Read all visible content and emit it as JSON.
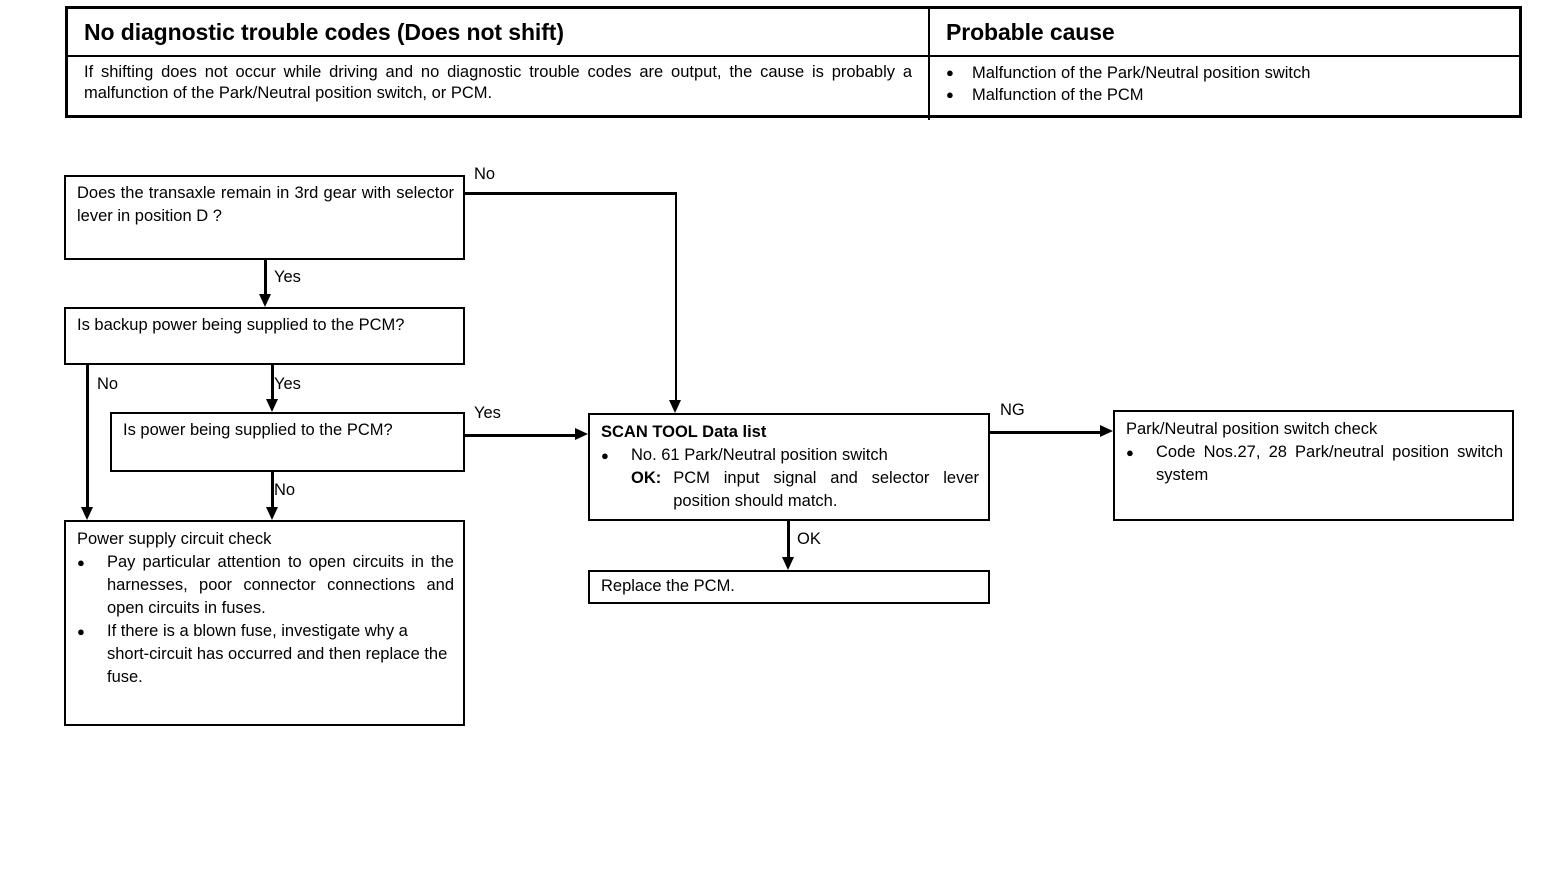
{
  "header_table": {
    "columns": [
      {
        "title": "No diagnostic trouble codes (Does not shift)"
      },
      {
        "title": "Probable cause"
      }
    ],
    "symptom_description": "If shifting does not occur while driving and no diagnostic trouble codes are output, the cause is probably a malfunction of the Park/Neutral position switch, or PCM.",
    "probable_causes": [
      "Malfunction of the Park/Neutral position switch",
      "Malfunction of the PCM"
    ],
    "bullet_glyph": "●"
  },
  "flowchart": {
    "bullet_glyph": "●",
    "nodes": {
      "q_third_gear": {
        "text": "Does the transaxle remain in 3rd gear with selector lever in position D ?"
      },
      "q_backup_power": {
        "text": "Is backup power being supplied to the PCM?"
      },
      "q_power_supplied": {
        "text": "Is power being supplied to the PCM?"
      },
      "power_supply_check": {
        "title": "Power supply circuit check",
        "items": [
          "Pay particular attention to open circuits in the harnesses, poor connector connections and open circuits in fuses.",
          "If there is a blown fuse, investigate why a short-circuit has occurred and then replace the fuse."
        ]
      },
      "scan_tool": {
        "title": "SCAN TOOL Data list",
        "item": "No. 61 Park/Neutral position switch",
        "ok_label": "OK:",
        "ok_text": "PCM input signal and selector lever position should match."
      },
      "replace_pcm": {
        "text": "Replace the PCM."
      },
      "pn_switch_check": {
        "title": "Park/Neutral position switch check",
        "item": "Code Nos.27, 28 Park/neutral position switch system"
      }
    },
    "edge_labels": {
      "q1_no": "No",
      "q1_yes": "Yes",
      "q2_no": "No",
      "q2_yes": "Yes",
      "q3_no": "No",
      "q3_yes": "Yes",
      "scan_ng": "NG",
      "scan_ok": "OK"
    }
  },
  "colors": {
    "ink": "#000000",
    "paper": "#ffffff"
  }
}
